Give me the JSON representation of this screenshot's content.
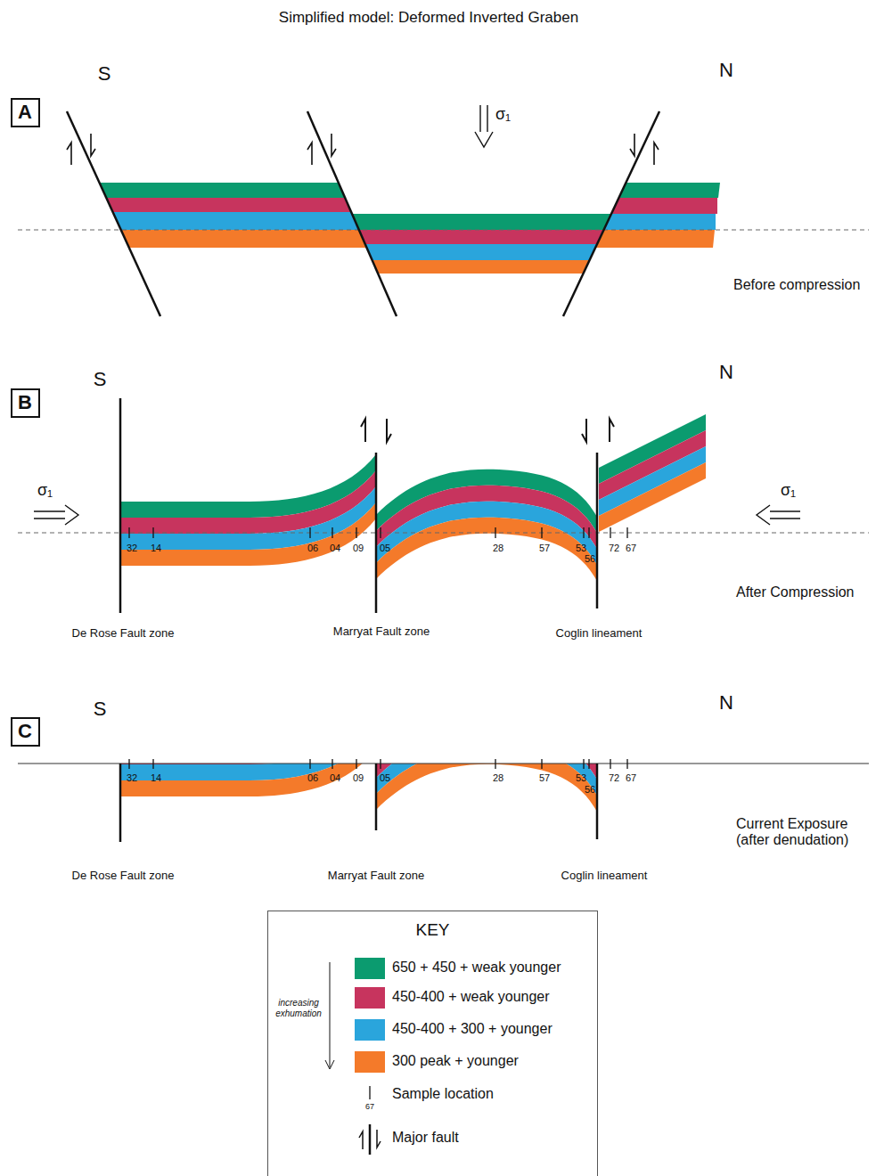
{
  "diagram": {
    "title": "Simplified model: Deformed Inverted Graben",
    "nodes": [
      {
        "text": [
          "KEY"
        ]
      }
    ],
    "labels": [
      "S",
      "N",
      "A",
      "σ₁",
      "Before compression",
      "S",
      "N",
      "B",
      "σ₁",
      "σ₁",
      "After Compression",
      "32",
      "14",
      "06",
      "04",
      "09",
      "05",
      "28",
      "57",
      "53",
      "56",
      "72",
      "67",
      "De Rose Fault zone",
      "Marryat Fault zone",
      "Coglin lineament",
      "S",
      "N",
      "C",
      "Current Exposure (after denudation)",
      "32",
      "14",
      "06",
      "04",
      "09",
      "05",
      "28",
      "57",
      "53",
      "56",
      "72",
      "67",
      "De Rose Fault zone",
      "Marryat Fault zone",
      "Coglin lineament",
      "increasing exhumation",
      "67"
    ],
    "legend": [
      {
        "text": "650 + 450 + weak younger",
        "color": "#0b9b6f"
      },
      {
        "text": "450-400 + weak younger",
        "color": "#c7345e"
      },
      {
        "text": "450-400 + 300 + younger",
        "color": "#2aa5dc"
      },
      {
        "text": "300 peak + younger",
        "color": "#f47a2a"
      },
      {
        "text": "Sample location"
      },
      {
        "text": "Major fault"
      }
    ]
  }
}
